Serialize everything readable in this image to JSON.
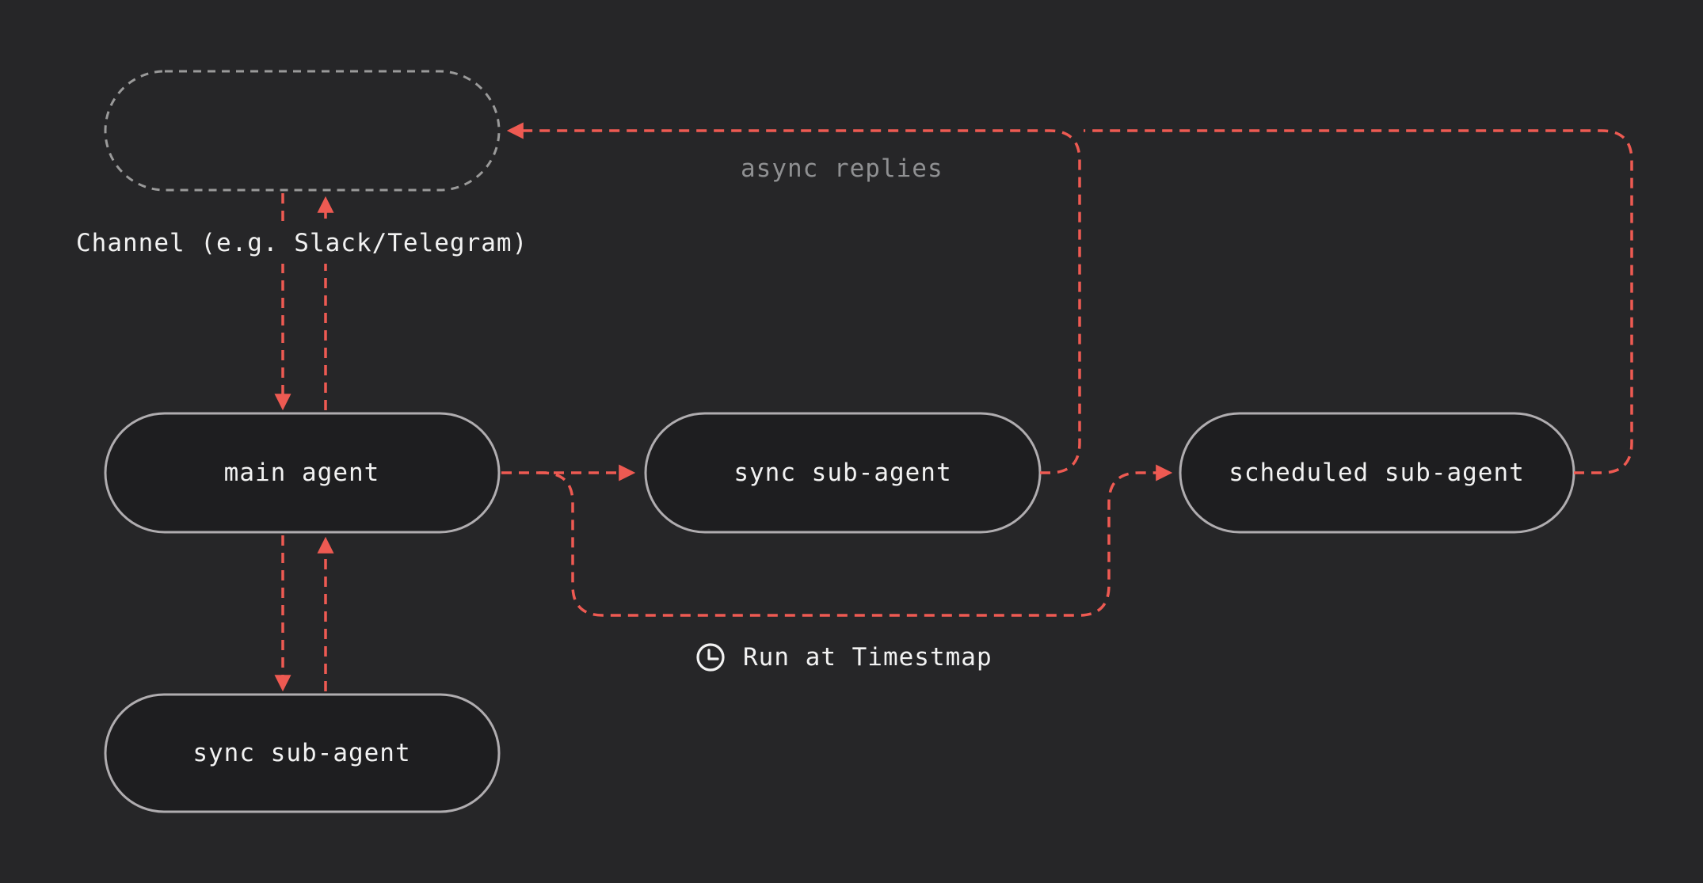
{
  "colors": {
    "background": "#262628",
    "node_fill": "#1e1e20",
    "node_border": "#b0adb0",
    "arrow": "#ee5a52",
    "text": "#f2f2f2",
    "muted_text": "#8f9092"
  },
  "nodes": {
    "main_agent": {
      "label": "main agent"
    },
    "sync_sub_agent": {
      "label": "sync sub-agent"
    },
    "scheduled_sub_agent": {
      "label": "scheduled sub-agent"
    },
    "sync_sub_agent_bottom": {
      "label": "sync sub-agent"
    }
  },
  "labels": {
    "channel": "Channel (e.g. Slack/Telegram)",
    "async_replies": "async replies",
    "run_at": "Run at Timestmap"
  },
  "icons": {
    "clock": "clock-icon"
  }
}
